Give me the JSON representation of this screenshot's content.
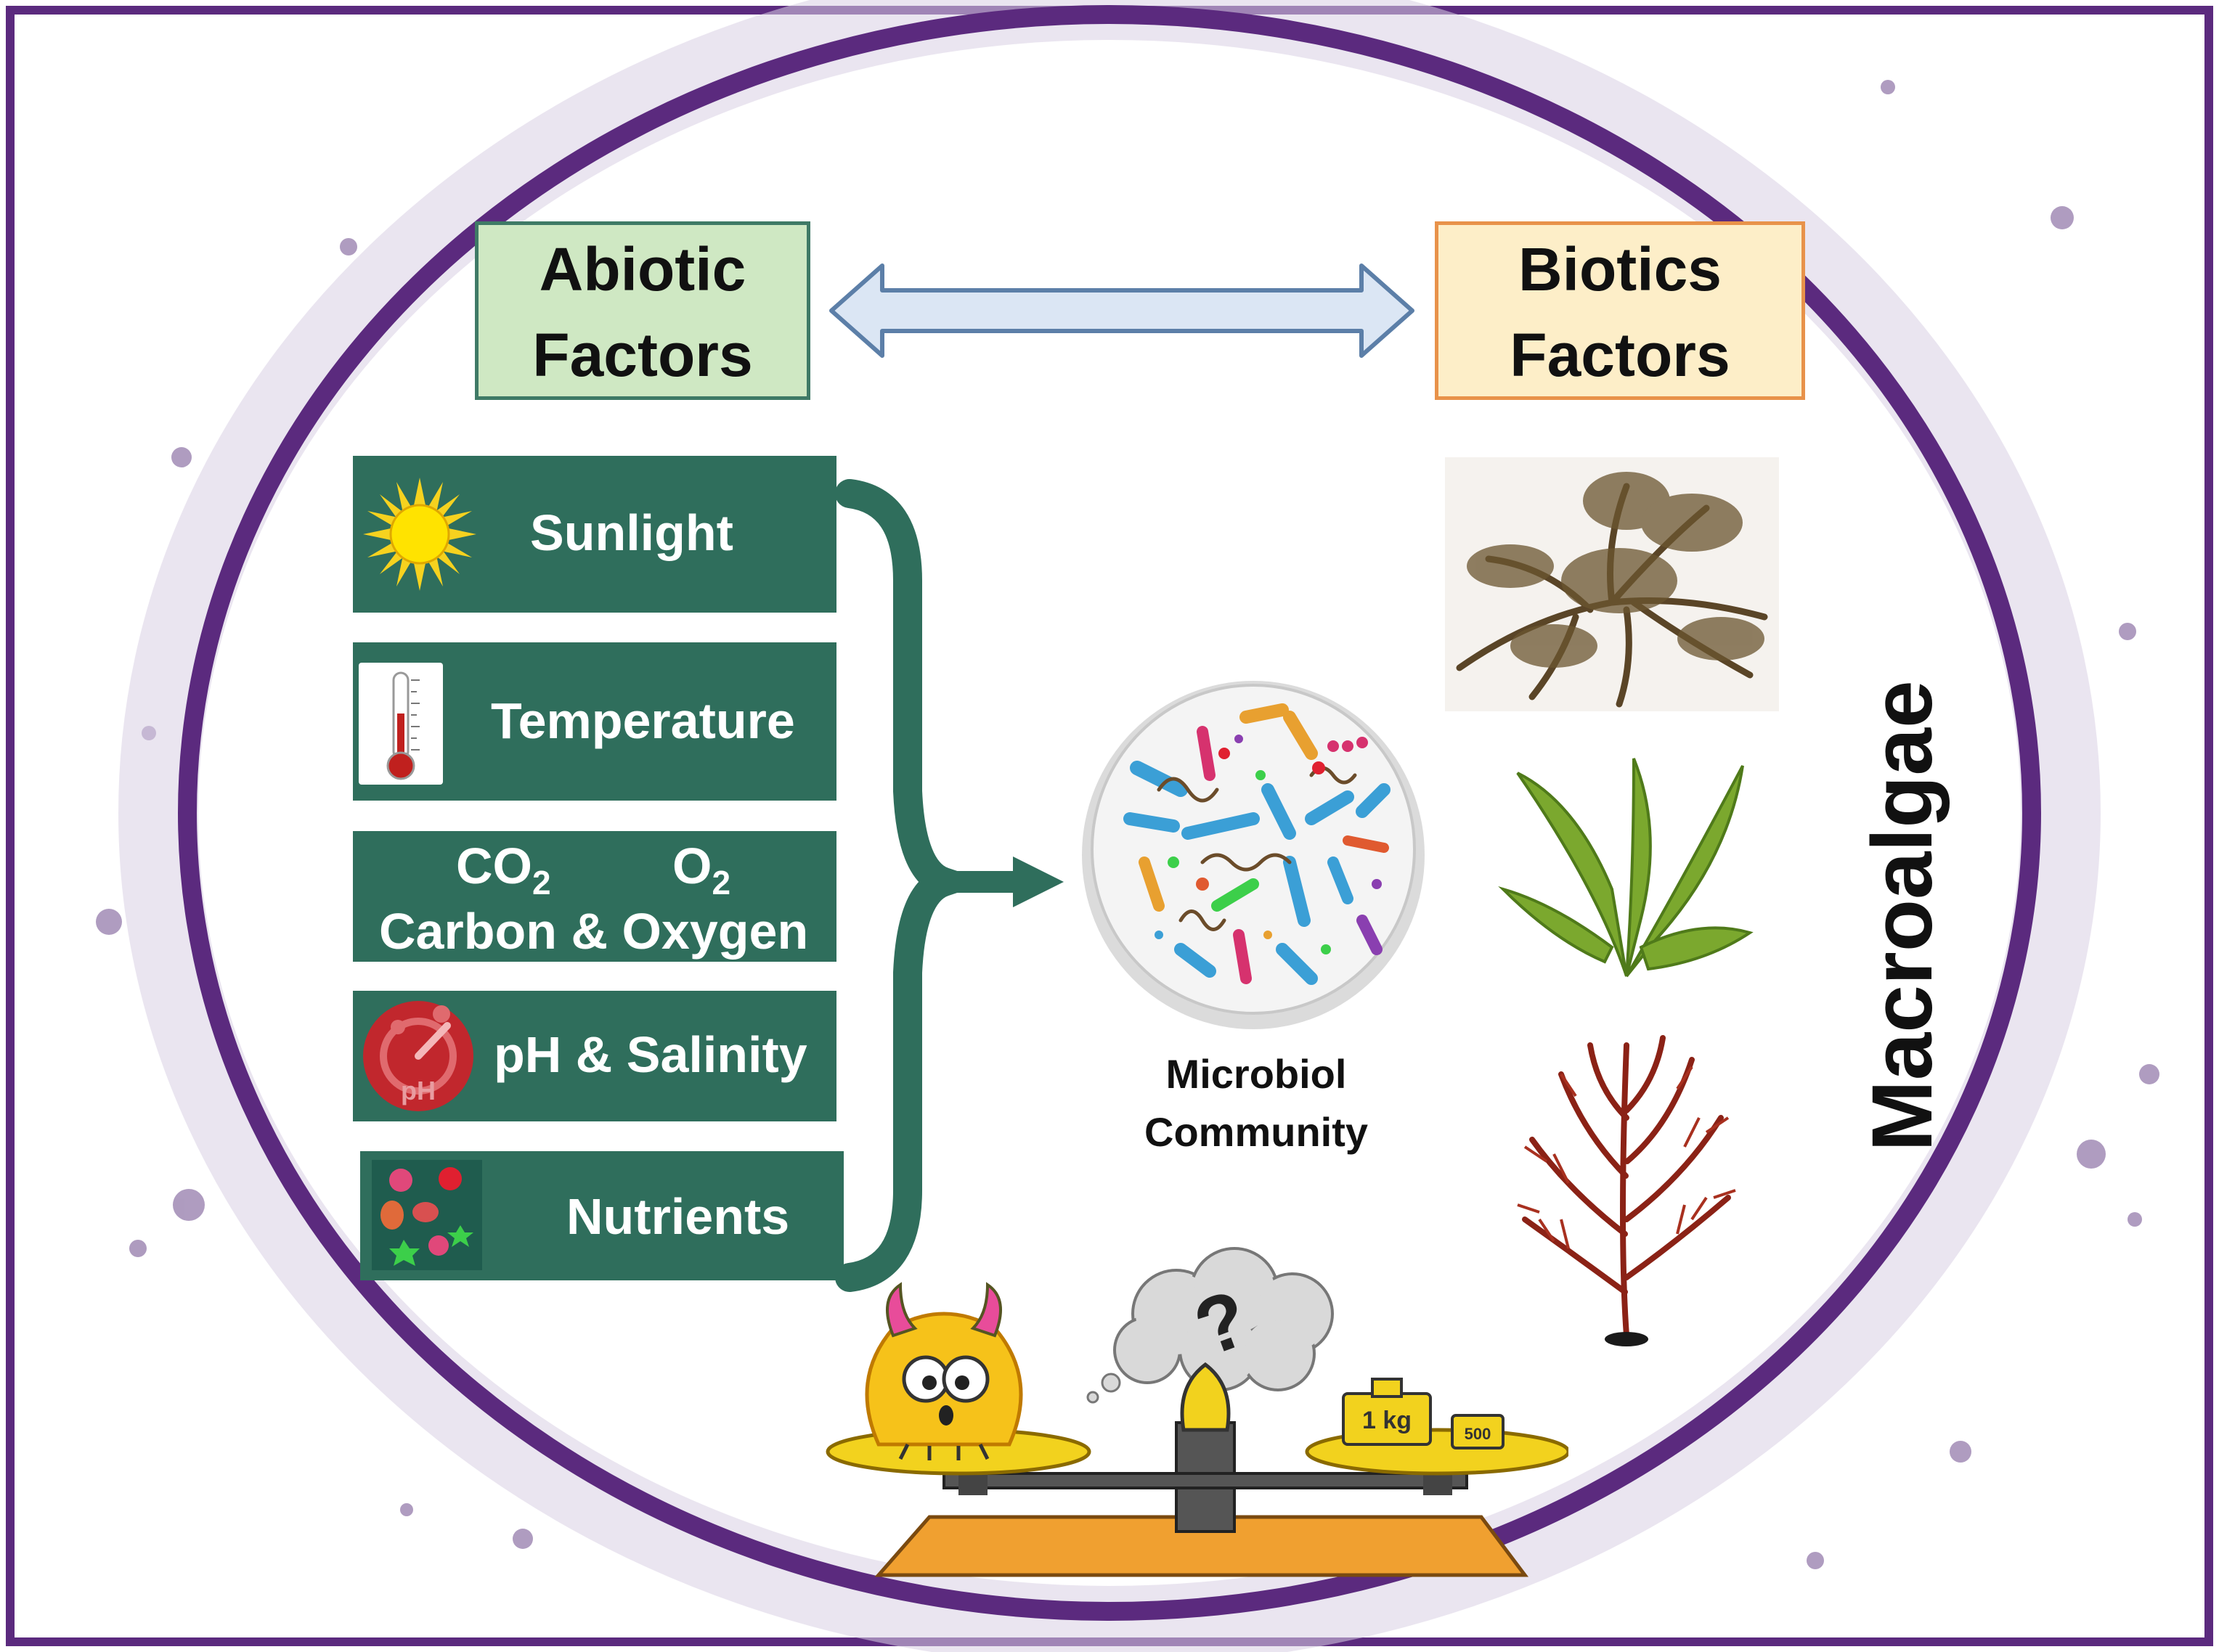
{
  "abiotic": {
    "line1": "Abiotic",
    "line2": "Factors"
  },
  "biotic": {
    "line1": "Biotics",
    "line2": "Factors"
  },
  "factors": {
    "sunlight": "Sunlight",
    "temperature": "Temperature",
    "co2": "CO",
    "co2_sub": "2",
    "o2": "O",
    "o2_sub": "2",
    "carbon_oxygen": "Carbon & Oxygen",
    "ph_salinity": "pH & Salinity",
    "nutrients": "Nutrients"
  },
  "microbial": {
    "line1": "Microbiol",
    "line2": "Community"
  },
  "macroalgae": "Macroalgae",
  "scale": {
    "weight1": "1 kg",
    "weight2": "500",
    "question": "?"
  },
  "colors": {
    "frame": "#5b2a7e",
    "factor_box": "#2f6e5c",
    "abiotic_fill": "#cfe8c3",
    "biotic_fill": "#fdeec8",
    "biotic_border": "#e8924a",
    "arrow_fill": "#dbe6f4",
    "arrow_stroke": "#5c7fa8"
  }
}
